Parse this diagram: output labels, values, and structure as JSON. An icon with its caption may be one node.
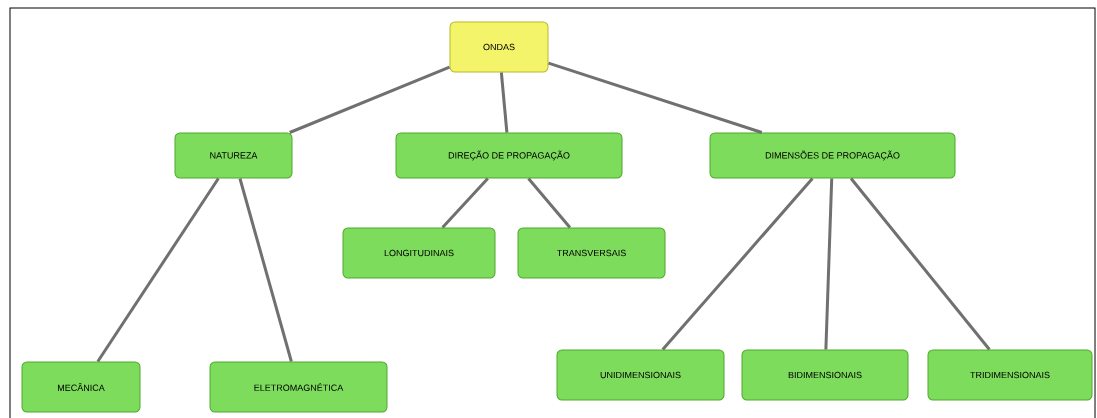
{
  "diagram": {
    "nodes": [
      {
        "text": [
          "ONDAS"
        ]
      },
      {
        "text": [
          "NATUREZA"
        ]
      },
      {
        "text": [
          "DIREÇÃO DE PROPAGAÇÃO"
        ]
      },
      {
        "text": [
          "DIMENSÕES DE PROPAGAÇÃO"
        ]
      },
      {
        "text": [
          "LONGITUDINAIS"
        ]
      },
      {
        "text": [
          "TRANSVERSAIS"
        ]
      },
      {
        "text": [
          "MECÂNICA"
        ]
      },
      {
        "text": [
          "ELETROMAGNÉTICA"
        ]
      },
      {
        "text": [
          "UNIDIMENSIONAIS"
        ]
      },
      {
        "text": [
          "BIDIMENSIONAIS"
        ]
      },
      {
        "text": [
          "TRIDIMENSIONAIS"
        ]
      }
    ],
    "edges": [
      {
        "from": 0,
        "to": 1,
        "arrow": "none"
      },
      {
        "from": 0,
        "to": 2,
        "arrow": "none"
      },
      {
        "from": 0,
        "to": 3,
        "arrow": "none"
      },
      {
        "from": 1,
        "to": 6,
        "arrow": "none"
      },
      {
        "from": 1,
        "to": 7,
        "arrow": "none"
      },
      {
        "from": 2,
        "to": 4,
        "arrow": "none"
      },
      {
        "from": 2,
        "to": 5,
        "arrow": "none"
      },
      {
        "from": 3,
        "to": 8,
        "arrow": "none"
      },
      {
        "from": 3,
        "to": 9,
        "arrow": "none"
      },
      {
        "from": 3,
        "to": 10,
        "arrow": "none"
      }
    ]
  }
}
